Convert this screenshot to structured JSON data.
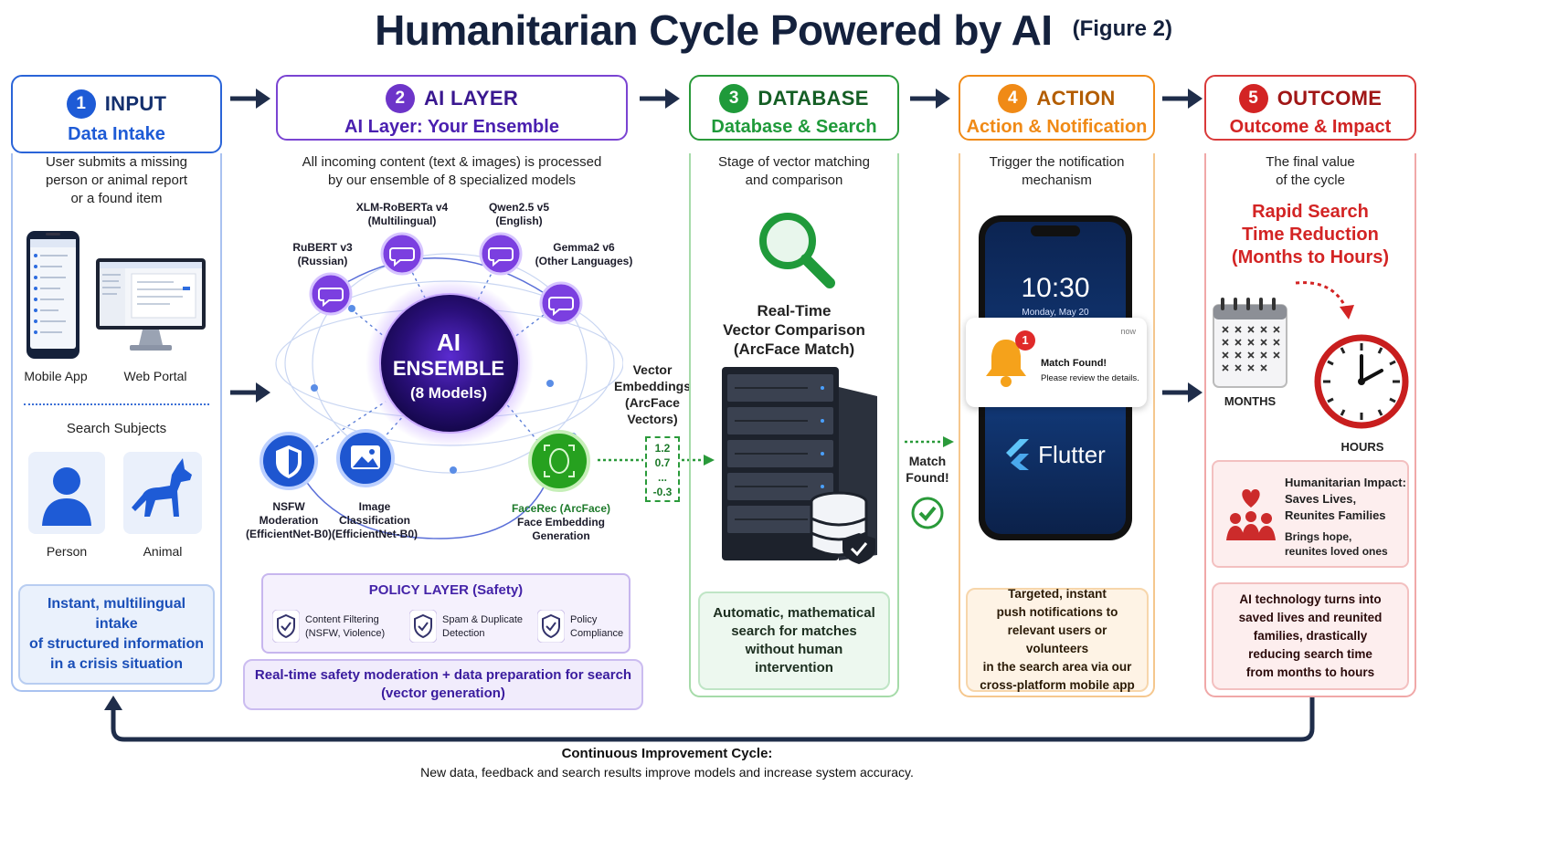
{
  "title": "Humanitarian Cycle Powered by AI",
  "figure_label": "(Figure 2)",
  "colors": {
    "input": "#1e5bd6",
    "ai": "#6d35c9",
    "database": "#1f9a3a",
    "action": "#f08a16",
    "outcome": "#d32424",
    "dark": "#14213d"
  },
  "input": {
    "number": "1",
    "label": "INPUT",
    "subtitle": "Data Intake",
    "description": [
      "User submits a missing",
      "person or animal report",
      "or a found item"
    ],
    "devices": [
      "Mobile App",
      "Web Portal"
    ],
    "search_title": "Search Subjects",
    "subjects": [
      "Person",
      "Animal"
    ],
    "note": [
      "Instant, multilingual intake",
      "of structured information",
      "in a crisis situation"
    ]
  },
  "ai": {
    "number": "2",
    "label": "AI LAYER",
    "subtitle": "AI Layer: Your Ensemble",
    "description": [
      "All incoming content (text & images) is processed",
      "by our ensemble of 8 specialized models"
    ],
    "core": [
      "AI",
      "ENSEMBLE",
      "(8 Models)"
    ],
    "models": {
      "xlm": [
        "XLM-RoBERTa v4",
        "(Multilingual)"
      ],
      "qwen": [
        "Qwen2.5 v5",
        "(English)"
      ],
      "rubert": [
        "RuBERT v3",
        "(Russian)"
      ],
      "gemma": [
        "Gemma2 v6",
        "(Other Languages)"
      ],
      "nsfw": [
        "NSFW",
        "Moderation",
        "(EfficientNet-B0)"
      ],
      "image": [
        "Image",
        "Classification",
        "(EfficientNet-B0)"
      ],
      "face": [
        "FaceRec (ArcFace)",
        "Face Embedding",
        "Generation"
      ]
    },
    "policy_title": "POLICY LAYER (Safety)",
    "policies": [
      [
        "Content Filtering",
        "(NSFW, Violence)"
      ],
      [
        "Spam & Duplicate",
        "Detection"
      ],
      [
        "Policy",
        "Compliance"
      ]
    ],
    "note": [
      "Real-time safety moderation + data preparation for search",
      "(vector generation)"
    ]
  },
  "embeddings": {
    "label": [
      "Vector",
      "Embeddings",
      "(ArcFace",
      "Vectors)"
    ],
    "values": [
      "1.2",
      "0.7",
      "...",
      "-0.3"
    ]
  },
  "database": {
    "number": "3",
    "label": "DATABASE",
    "subtitle": "Database & Search",
    "description": [
      "Stage of vector matching",
      "and comparison"
    ],
    "feature": [
      "Real-Time",
      "Vector Comparison",
      "(ArcFace Match)"
    ],
    "note": [
      "Automatic, mathematical",
      "search for matches",
      "without human",
      "intervention"
    ]
  },
  "match": [
    "Match",
    "Found!"
  ],
  "action": {
    "number": "4",
    "label": "ACTION",
    "subtitle": "Action & Notification",
    "description": [
      "Trigger the notification",
      "mechanism"
    ],
    "phone_time": "10:30",
    "phone_date": "Monday, May 20",
    "notif_badge": "1",
    "notif_time": "now",
    "notif_title": "Match Found!",
    "notif_body": "Please review the details.",
    "framework": "Flutter",
    "note": [
      "Targeted, instant",
      "push notifications to",
      "relevant users or volunteers",
      "in the search area via our",
      "cross-platform mobile app"
    ]
  },
  "outcome": {
    "number": "5",
    "label": "OUTCOME",
    "subtitle": "Outcome & Impact",
    "description": [
      "The final value",
      "of the cycle"
    ],
    "headline": [
      "Rapid Search",
      "Time Reduction",
      "(Months to Hours)"
    ],
    "months_label": "MONTHS",
    "hours_label": "HOURS",
    "impact_title": [
      "Humanitarian Impact:",
      "Saves Lives,",
      "Reunites Families"
    ],
    "impact_sub": [
      "Brings hope,",
      "reunites loved ones"
    ],
    "note": [
      "AI technology turns into",
      "saved lives and reunited",
      "families, drastically",
      "reducing search time",
      "from months to hours"
    ]
  },
  "cycle": {
    "title": "Continuous Improvement Cycle:",
    "text": "New data, feedback and search results improve models and increase system accuracy."
  }
}
